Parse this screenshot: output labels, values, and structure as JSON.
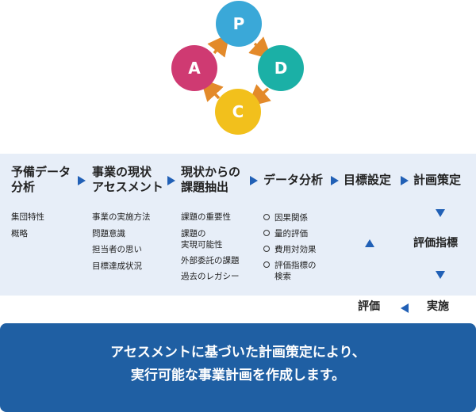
{
  "cycle": {
    "nodes": [
      {
        "letter": "P",
        "color": "#3aa8d8"
      },
      {
        "letter": "D",
        "color": "#1bb0a6"
      },
      {
        "letter": "C",
        "color": "#f2c01c"
      },
      {
        "letter": "A",
        "color": "#cf3a72"
      }
    ],
    "arrow_color": "#e38a2a"
  },
  "flow": {
    "steps": [
      {
        "heading": [
          "予備データ",
          "分析"
        ],
        "items": [
          "集団特性",
          "概略"
        ]
      },
      {
        "heading": [
          "事業の現状",
          "アセスメント"
        ],
        "items": [
          "事業の実施方法",
          "問題意識",
          "担当者の思い",
          "目標達成状況"
        ]
      },
      {
        "heading": [
          "現状からの",
          "課題抽出"
        ],
        "items": [
          "課題の重要性",
          "課題の",
          "実現可能性",
          "外部委託の課題",
          "過去のレガシー"
        ]
      },
      {
        "heading": [
          "データ分析"
        ],
        "items": [
          "因果関係",
          "量的評価",
          "費用対効果",
          "評価指標の",
          "検索"
        ]
      },
      {
        "heading": [
          "目標設定"
        ]
      },
      {
        "heading": [
          "計画策定"
        ]
      }
    ],
    "eval_index": "評価指標",
    "evaluation": "評価",
    "implementation": "実施"
  },
  "footer": {
    "lines": [
      "アセスメントに基づいた計画策定により、",
      "実行可能な事業計画を作成します。"
    ],
    "bg_color": "#1f5fa3"
  },
  "accent_color": "#2160b6"
}
